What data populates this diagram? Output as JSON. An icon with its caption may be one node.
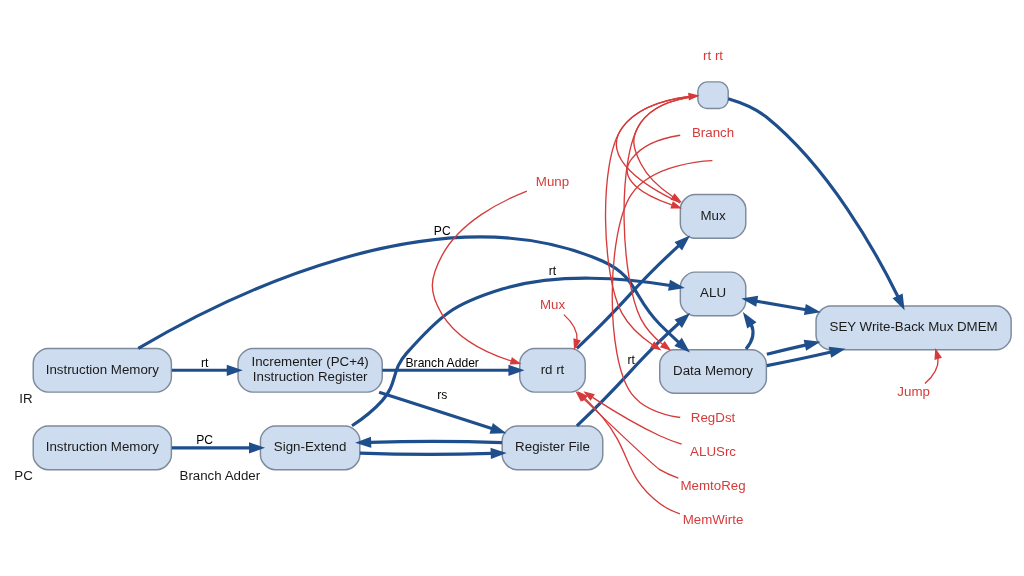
{
  "diagram": {
    "nodes": [
      {
        "text": [
          "Instruction Memory"
        ],
        "beside": [
          "IR"
        ]
      },
      {
        "text": [
          "Incrementer (PC+4)",
          "Instruction Register"
        ]
      },
      {
        "text": [
          "Instruction Memory"
        ],
        "beside": [
          "PC"
        ]
      },
      {
        "text": [
          "Sign-Extend"
        ],
        "beside": [
          "Branch Adder"
        ]
      },
      {
        "text": [
          "rd rt"
        ]
      },
      {
        "text": [
          "Register File"
        ]
      },
      {
        "text": [
          "ALU"
        ]
      },
      {
        "text": [
          "Mux"
        ]
      },
      {
        "text": [],
        "shape": "box"
      },
      {
        "text": [
          "SEY Write-Back Mux DMEM"
        ]
      },
      {
        "text": [
          "Data Memory"
        ]
      },
      {
        "text": [
          "Munp"
        ]
      },
      {
        "text": [
          "Mux"
        ]
      },
      {
        "text": [
          "RegDst"
        ]
      },
      {
        "text": [
          "ALUSrc"
        ]
      },
      {
        "text": [
          "MemtoReg"
        ]
      },
      {
        "text": [
          "MemWirte"
        ]
      },
      {
        "text": [
          "Branch"
        ]
      },
      {
        "text": [
          "Jump"
        ]
      }
    ],
    "edges": [
      {
        "from": 0,
        "to": 1,
        "arrow": "to",
        "label": "rt"
      },
      {
        "from": 0,
        "to": 10,
        "arrow": "to",
        "label": "PC"
      },
      {
        "from": 1,
        "to": 4,
        "arrow": "to",
        "label": "Branch Adder"
      },
      {
        "from": 1,
        "to": 5,
        "arrow": "to",
        "label": "rs"
      },
      {
        "from": 2,
        "to": 3,
        "arrow": "to",
        "label": "PC"
      },
      {
        "from": 5,
        "to": 3,
        "arrow": "to"
      },
      {
        "from": 3,
        "to": 5,
        "arrow": "to"
      },
      {
        "from": 3,
        "to": 6,
        "arrow": "to",
        "label": "rt"
      },
      {
        "from": 5,
        "to": 6,
        "arrow": "to",
        "label": "rt"
      },
      {
        "from": 4,
        "to": 7,
        "arrow": "to"
      },
      {
        "from": 6,
        "to": 9,
        "arrow": "both"
      },
      {
        "from": 10,
        "to": 6,
        "arrow": "to"
      },
      {
        "from": 10,
        "to": 9,
        "arrow": "to"
      },
      {
        "from": 10,
        "to": 9,
        "arrow": "to"
      },
      {
        "from": 8,
        "to": 9,
        "arrow": "to"
      },
      {
        "from": 11,
        "to": 4,
        "arrow": "to",
        "color": "#d63a3a"
      },
      {
        "from": 12,
        "to": 4,
        "arrow": "to",
        "color": "#d63a3a"
      },
      {
        "from": 13,
        "to": null,
        "arrow": "none",
        "color": "#d63a3a"
      },
      {
        "from": 14,
        "to": 4,
        "arrow": "to",
        "color": "#d63a3a"
      },
      {
        "from": 15,
        "to": 4,
        "arrow": "to",
        "color": "#d63a3a"
      },
      {
        "from": 16,
        "to": 4,
        "arrow": "to",
        "color": "#d63a3a"
      },
      {
        "from": 17,
        "to": 7,
        "arrow": "to",
        "color": "#d63a3a"
      },
      {
        "from": 8,
        "to": 7,
        "arrow": "to",
        "color": "#d63a3a"
      },
      {
        "from": 7,
        "to": 8,
        "arrow": "to",
        "color": "#d63a3a"
      },
      {
        "from": 8,
        "to": 10,
        "arrow": "to",
        "color": "#d63a3a"
      },
      {
        "from": 8,
        "to": 10,
        "arrow": "to",
        "color": "#d63a3a"
      },
      {
        "from": 18,
        "to": 9,
        "arrow": "to",
        "color": "#d63a3a"
      }
    ],
    "labels": [
      "rt rt"
    ]
  }
}
